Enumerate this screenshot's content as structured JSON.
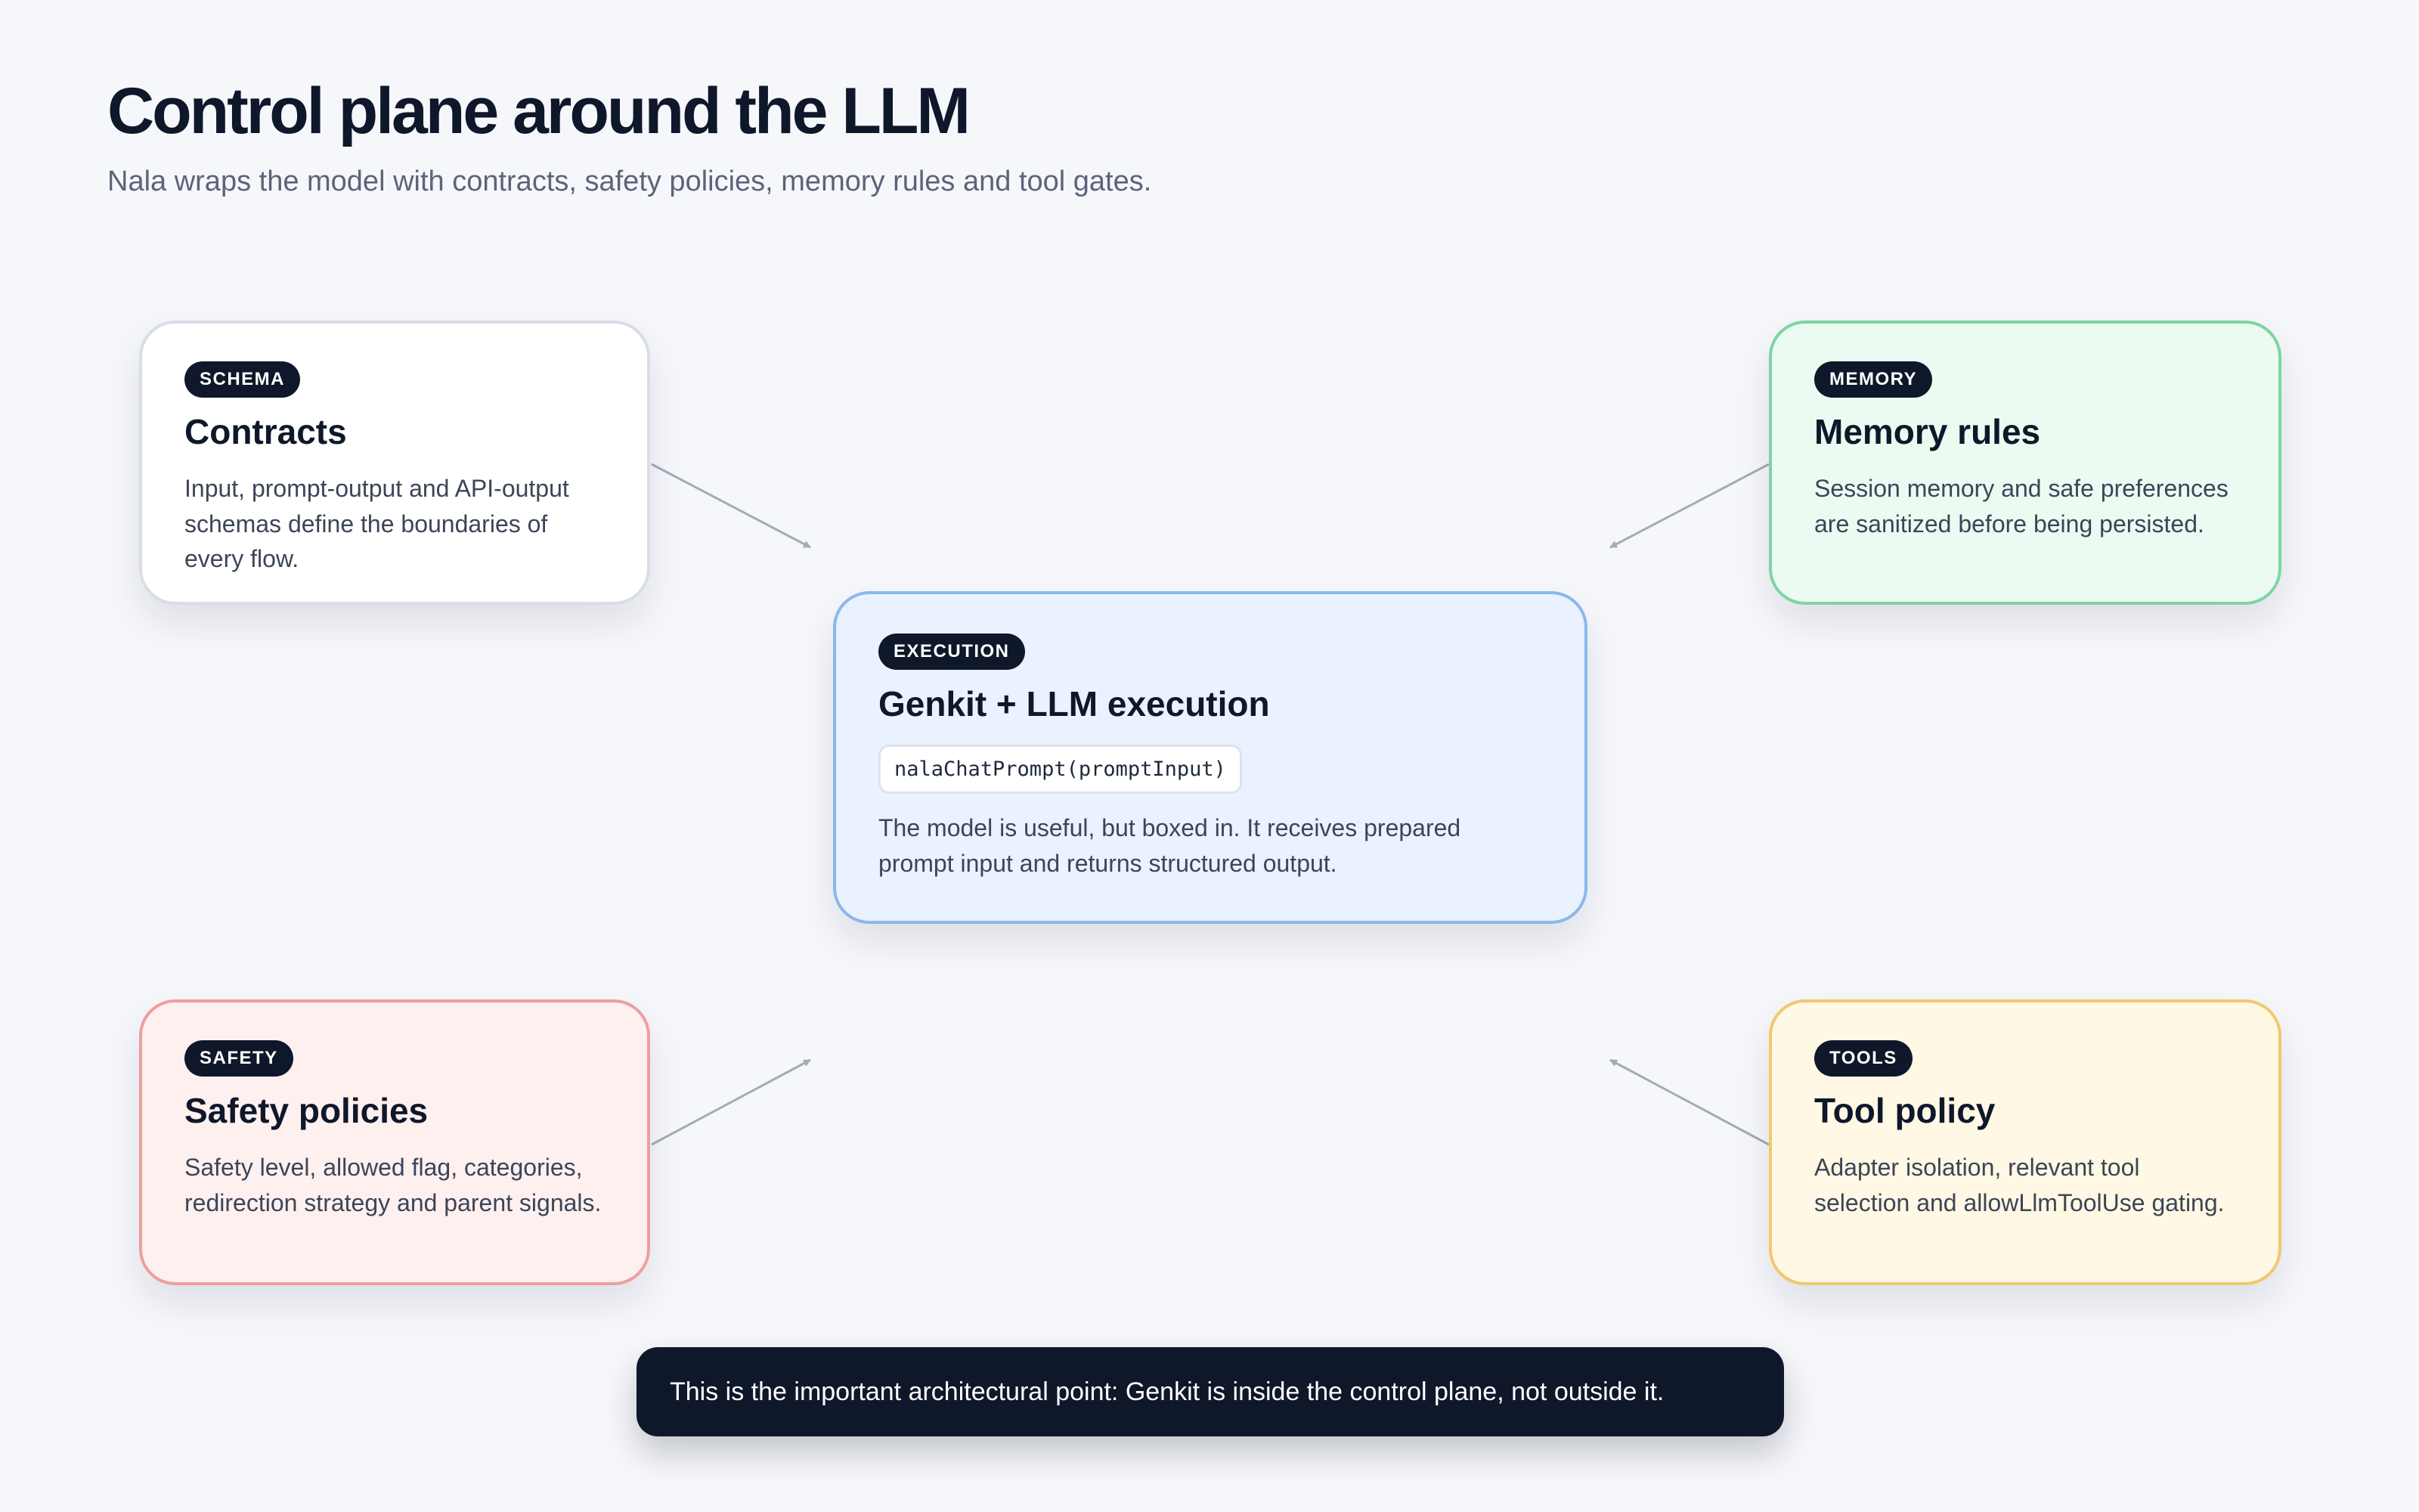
{
  "header": {
    "title": "Control plane around the LLM",
    "subtitle": "Nala wraps the model with contracts, safety policies, memory rules and tool gates."
  },
  "cards": {
    "contracts": {
      "badge": "SCHEMA",
      "title": "Contracts",
      "description": "Input, prompt-output and API-output schemas define the boundaries of every flow."
    },
    "memory": {
      "badge": "MEMORY",
      "title": "Memory rules",
      "description": "Session memory and safe preferences are sanitized before being persisted."
    },
    "execution": {
      "badge": "EXECUTION",
      "title": "Genkit + LLM execution",
      "code": "nalaChatPrompt(promptInput)",
      "description": "The model is useful, but boxed in. It receives prepared prompt input and returns structured output."
    },
    "safety": {
      "badge": "SAFETY",
      "title": "Safety policies",
      "description": "Safety level, allowed flag, categories, redirection strategy and parent signals."
    },
    "tools": {
      "badge": "TOOLS",
      "title": "Tool policy",
      "description": "Adapter isolation, relevant tool selection and allowLlmToolUse gating."
    }
  },
  "footer": {
    "note": "This is the important architectural point: Genkit is inside the control plane, not outside it."
  },
  "colors": {
    "background": "#f6f7fb",
    "ink": "#0f172a",
    "execution_fill": "#eaf1ff",
    "execution_border": "#8ab8ec",
    "memory_fill": "#ebfbf2",
    "memory_border": "#7fd4a2",
    "safety_fill": "#fff0f0",
    "safety_border": "#ee9e9e",
    "tools_fill": "#fff8e4",
    "tools_border": "#f0c870",
    "arrow": "#a3aab8"
  }
}
